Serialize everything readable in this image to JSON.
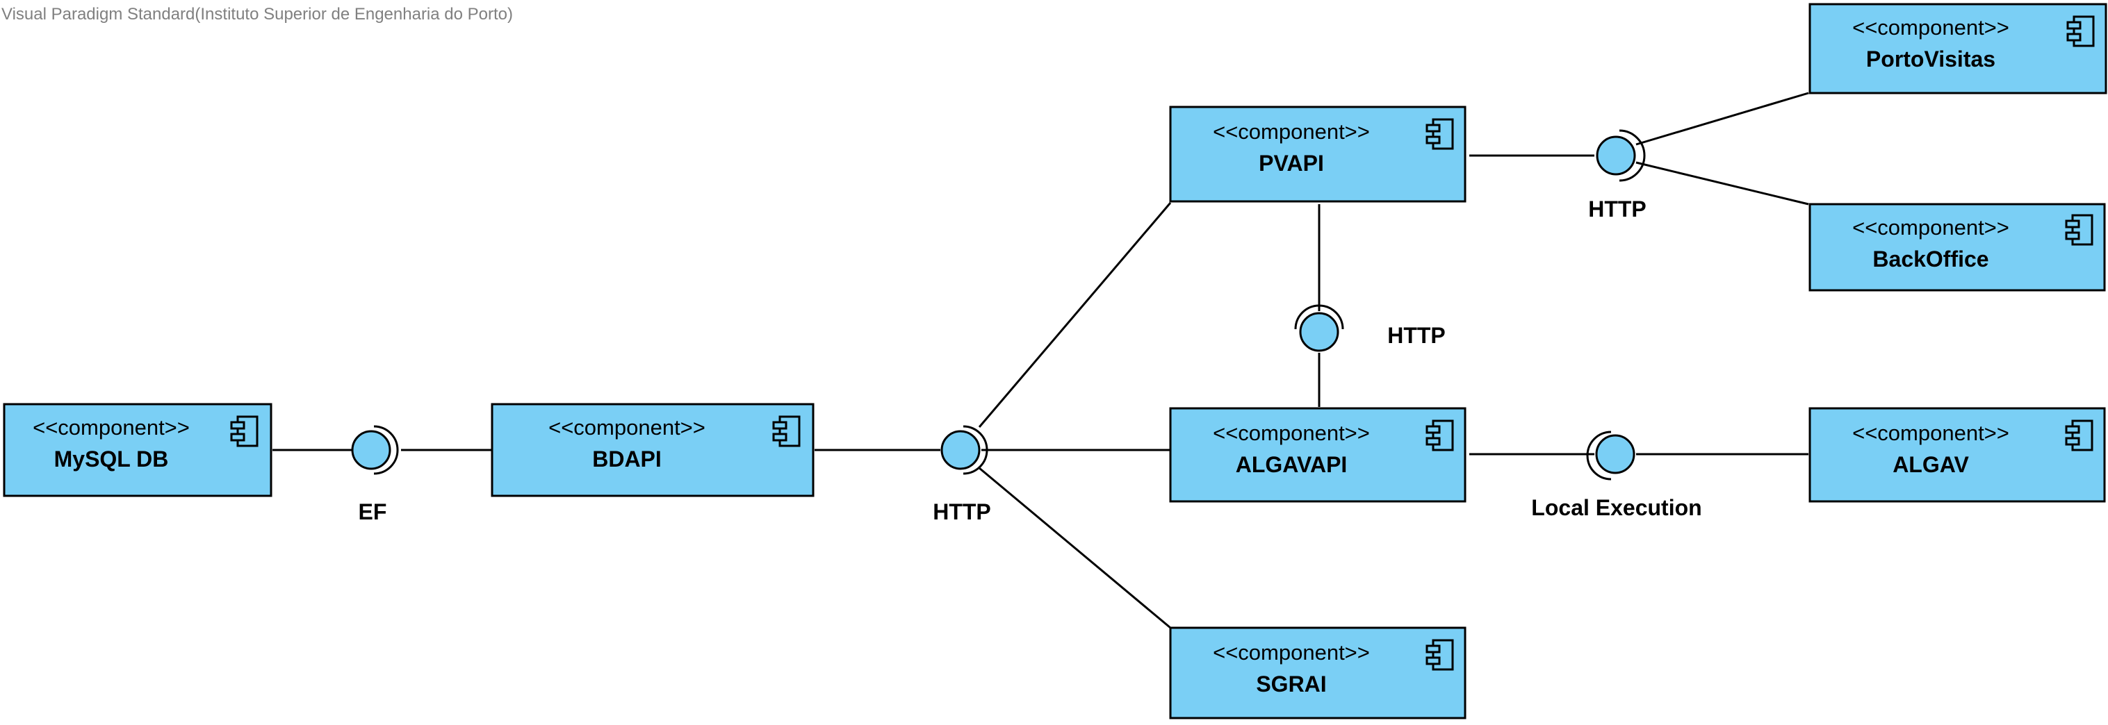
{
  "watermark": "Visual Paradigm Standard(Instituto Superior de Engenharia do Porto)",
  "colors": {
    "component_fill": "#7acff5",
    "stroke": "#000000",
    "watermark": "#808080"
  },
  "components": [
    {
      "id": "mysql",
      "stereotype": "<<component>>",
      "name": "MySQL DB"
    },
    {
      "id": "bdapi",
      "stereotype": "<<component>>",
      "name": "BDAPI"
    },
    {
      "id": "pvapi",
      "stereotype": "<<component>>",
      "name": "PVAPI"
    },
    {
      "id": "algavapi",
      "stereotype": "<<component>>",
      "name": "ALGAVAPI"
    },
    {
      "id": "sgrai",
      "stereotype": "<<component>>",
      "name": "SGRAI"
    },
    {
      "id": "portovisitas",
      "stereotype": "<<component>>",
      "name": "PortoVisitas"
    },
    {
      "id": "backoffice",
      "stereotype": "<<component>>",
      "name": "BackOffice"
    },
    {
      "id": "algav",
      "stereotype": "<<component>>",
      "name": "ALGAV"
    }
  ],
  "interfaces": [
    {
      "id": "ef",
      "label": "EF"
    },
    {
      "id": "http-main",
      "label": "HTTP"
    },
    {
      "id": "http-pvapi",
      "label": "HTTP"
    },
    {
      "id": "http-algavapi",
      "label": "HTTP"
    },
    {
      "id": "local-exec",
      "label": "Local Execution"
    }
  ]
}
